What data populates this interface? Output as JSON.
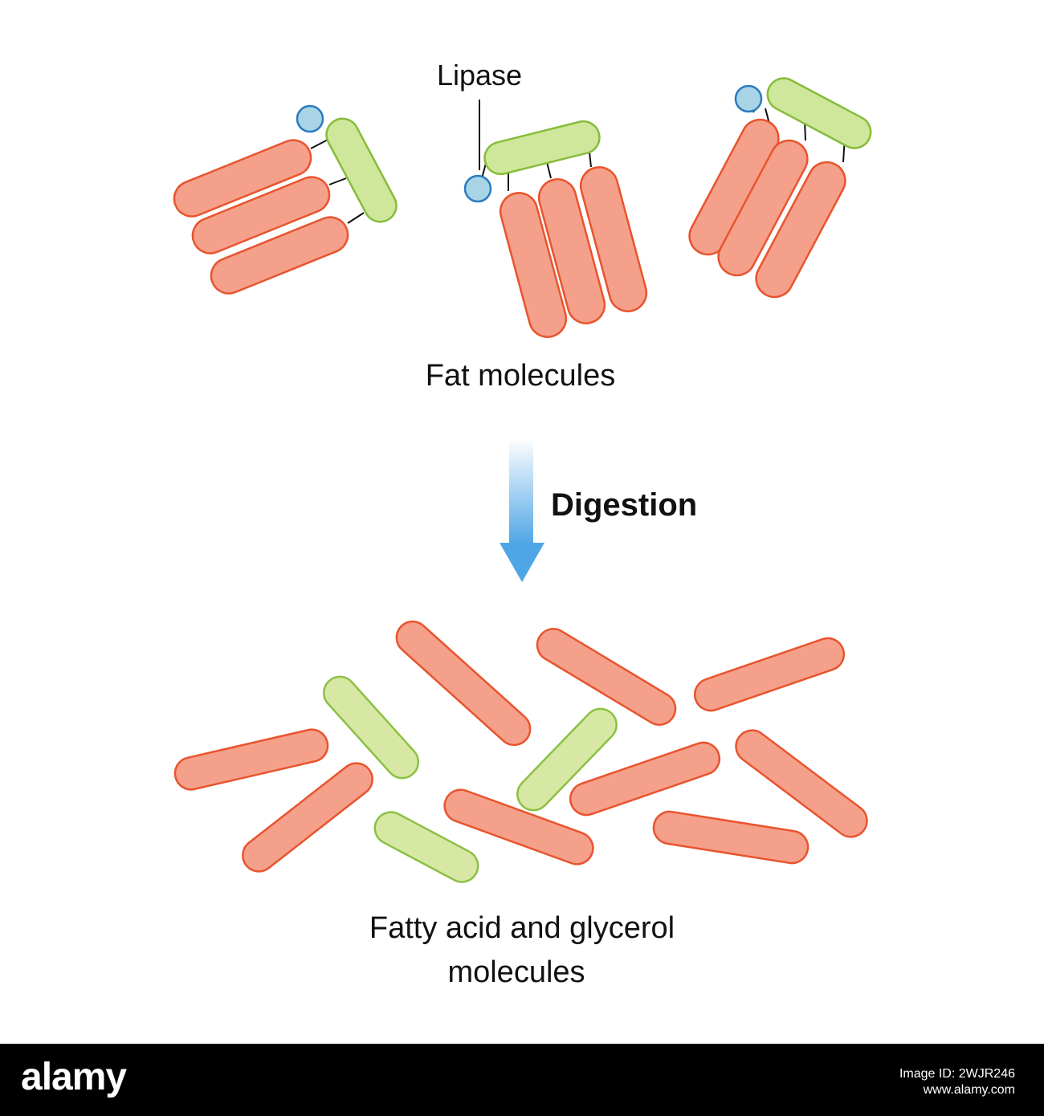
{
  "labels": {
    "lipase": "Lipase",
    "fat_molecules": "Fat molecules",
    "digestion": "Digestion",
    "products_line1": "Fatty acid and glycerol",
    "products_line2": "molecules"
  },
  "footer": {
    "brand": "alamy",
    "image_id": "Image ID: 2WJR246",
    "site": "www.alamy.com"
  },
  "colors": {
    "fatty_acid_fill": "#f5a08a",
    "fatty_acid_stroke": "#e8542e",
    "glycerol_fill_bound": "#cfe79a",
    "glycerol_stroke_bound": "#86bc3a",
    "glycerol_fill_free": "#d6e8a4",
    "glycerol_stroke_free": "#8cc043",
    "lipase_fill": "#a9d4e6",
    "lipase_stroke": "#2a7cc0",
    "arrow_top": "#ffffff",
    "arrow_bottom": "#4ea6e6"
  }
}
